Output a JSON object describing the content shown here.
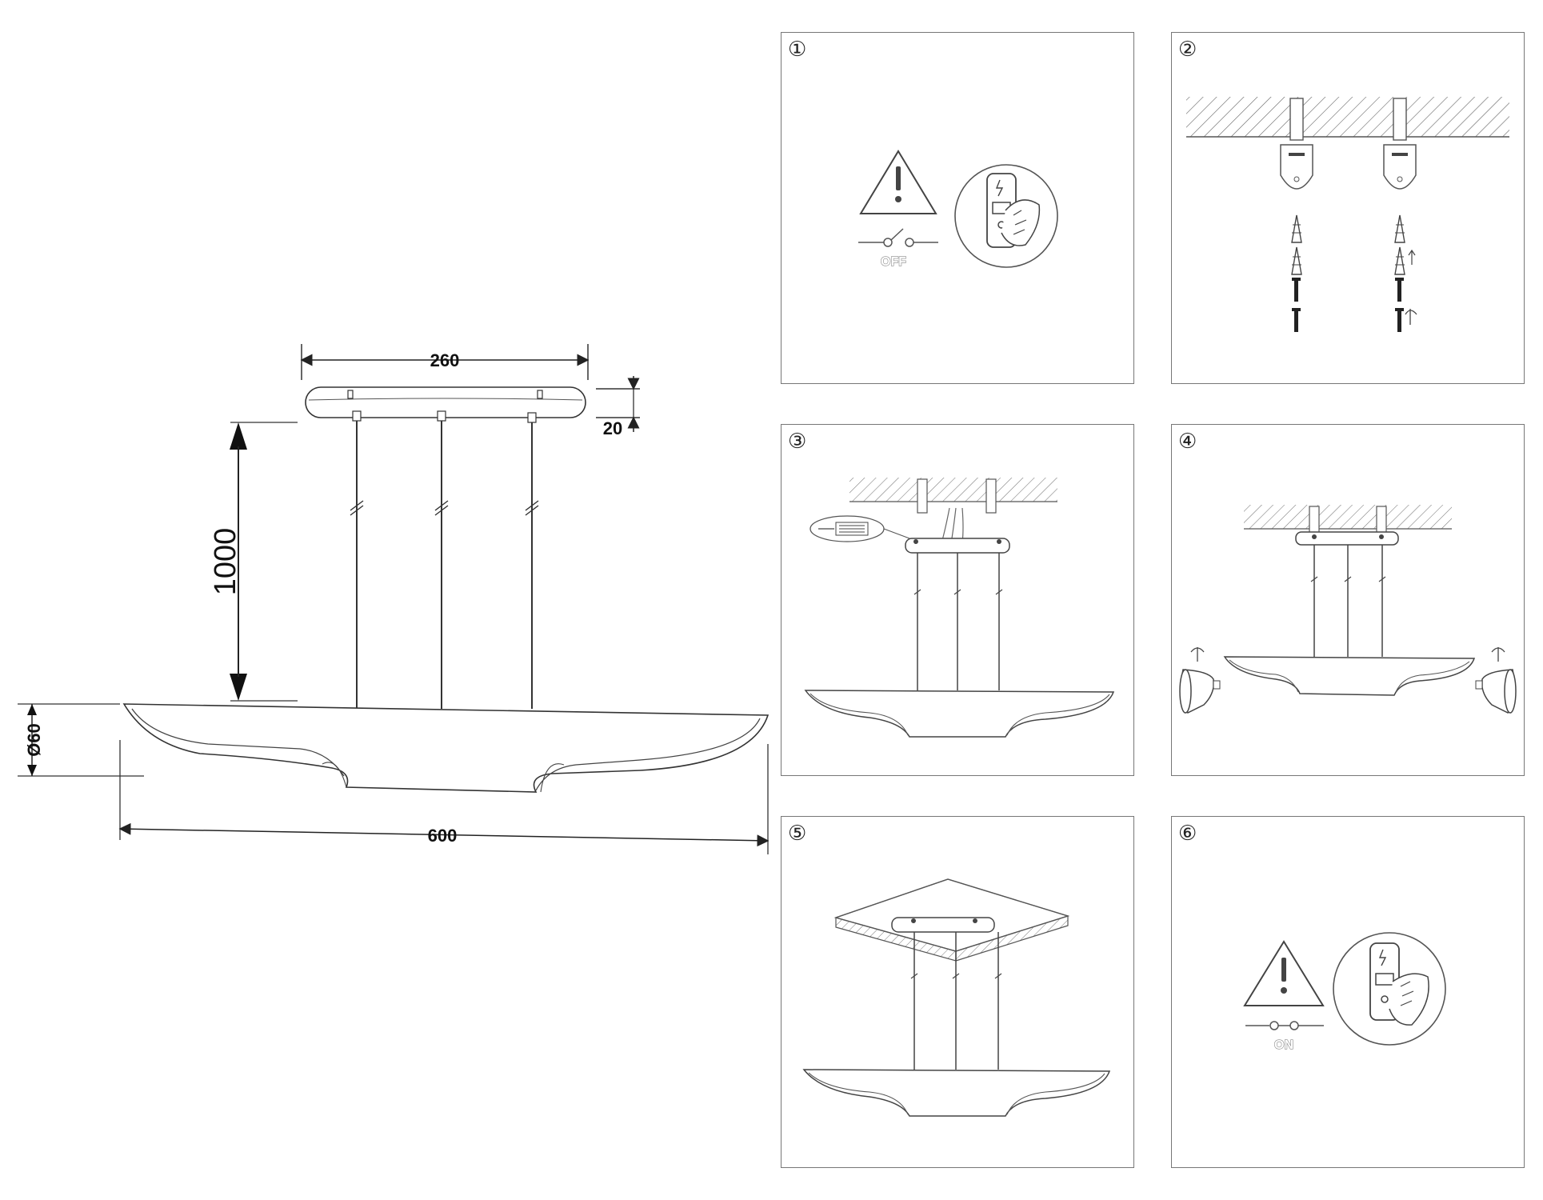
{
  "dimensions": {
    "canopy_width": "260",
    "canopy_height": "20",
    "suspension_length": "1000",
    "diameter": "Ø60",
    "body_length": "600"
  },
  "steps": [
    {
      "number": "①",
      "switch_label": "OFF",
      "icons": [
        "warning-icon",
        "switch-off-icon",
        "hand-pressing-switch-icon"
      ]
    },
    {
      "number": "②",
      "icons": [
        "ceiling-bracket-icon",
        "wall-plug-icon",
        "screw-icon"
      ]
    },
    {
      "number": "③",
      "icons": [
        "wiring-terminal-icon",
        "canopy-icon",
        "lamp-body-icon"
      ]
    },
    {
      "number": "④",
      "icons": [
        "bulb-icon",
        "rotate-icon",
        "lamp-body-icon"
      ]
    },
    {
      "number": "⑤",
      "icons": [
        "ceiling-plate-icon",
        "lamp-body-icon"
      ]
    },
    {
      "number": "⑥",
      "switch_label": "ON",
      "icons": [
        "warning-icon",
        "switch-on-icon",
        "hand-pressing-switch-icon"
      ]
    }
  ]
}
